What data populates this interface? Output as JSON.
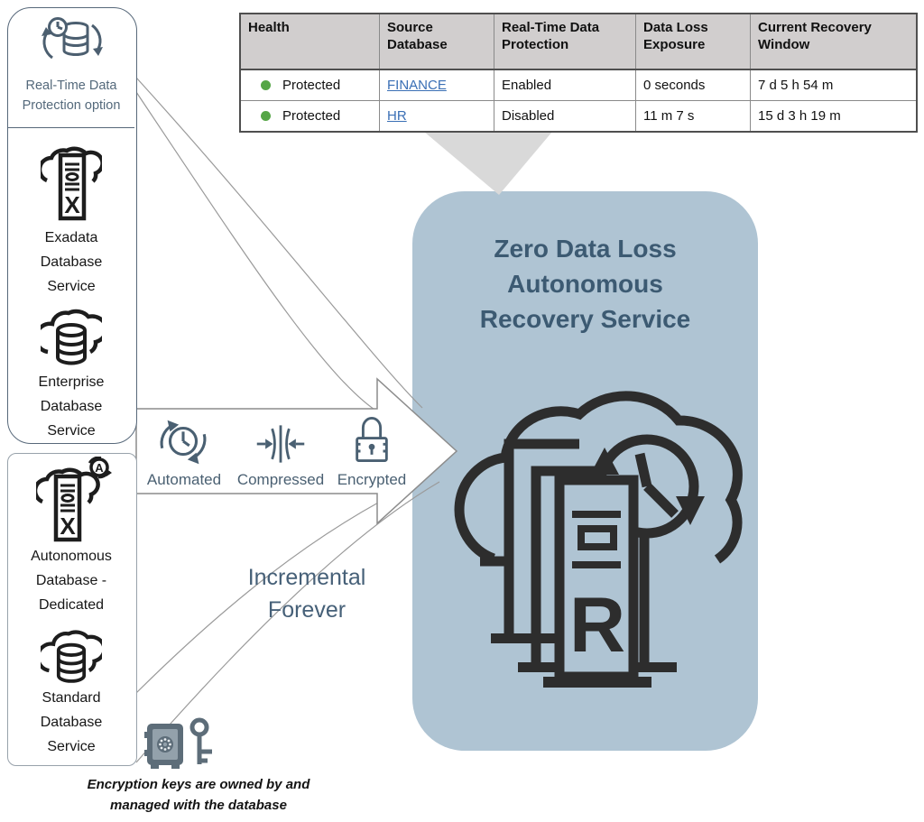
{
  "table": {
    "columns": [
      "Health",
      "Source Database",
      "Real-Time Data Protection",
      "Data Loss Exposure",
      "Current Recovery Window"
    ],
    "rows": [
      {
        "health": "Protected",
        "source_database": "FINANCE",
        "realtime_protection": "Enabled",
        "data_loss_exposure": "0 seconds",
        "recovery_window": "7 d 5 h 54 m"
      },
      {
        "health": "Protected",
        "source_database": "HR",
        "realtime_protection": "Disabled",
        "data_loss_exposure": "11 m 7 s",
        "recovery_window": "15 d 3 h 19 m"
      }
    ]
  },
  "sources": {
    "realtime_option_label": "Real-Time Data\nProtection option",
    "exadata_label": "Exadata\nDatabase\nService",
    "enterprise_label": "Enterprise\nDatabase\nService",
    "autonomous_label": "Autonomous\nDatabase -\nDedicated",
    "standard_label": "Standard\nDatabase\nService"
  },
  "pipeline": {
    "automated_label": "Automated",
    "compressed_label": "Compressed",
    "encrypted_label": "Encrypted",
    "incremental_label": "Incremental\nForever"
  },
  "service": {
    "title": "Zero Data Loss\nAutonomous\nRecovery Service"
  },
  "icons": {
    "exadata_glyph": "X",
    "autonomous_glyph": "X",
    "autonomous_badge": "A",
    "recovery_glyph": "R"
  },
  "footnote": {
    "text": "Encryption keys are owned by and\nmanaged with the database"
  },
  "colors": {
    "service_box": "#afc4d3",
    "service_title": "#3c5a72",
    "slate_label": "#54697b",
    "pipeline_label": "#4a6072",
    "table_header_bg": "#d1cece",
    "health_dot": "#55a546",
    "link": "#3a6fb5",
    "callout_gray": "#d9d9d9",
    "icon_dark": "#222222",
    "vault_gray": "#5d6d79"
  }
}
